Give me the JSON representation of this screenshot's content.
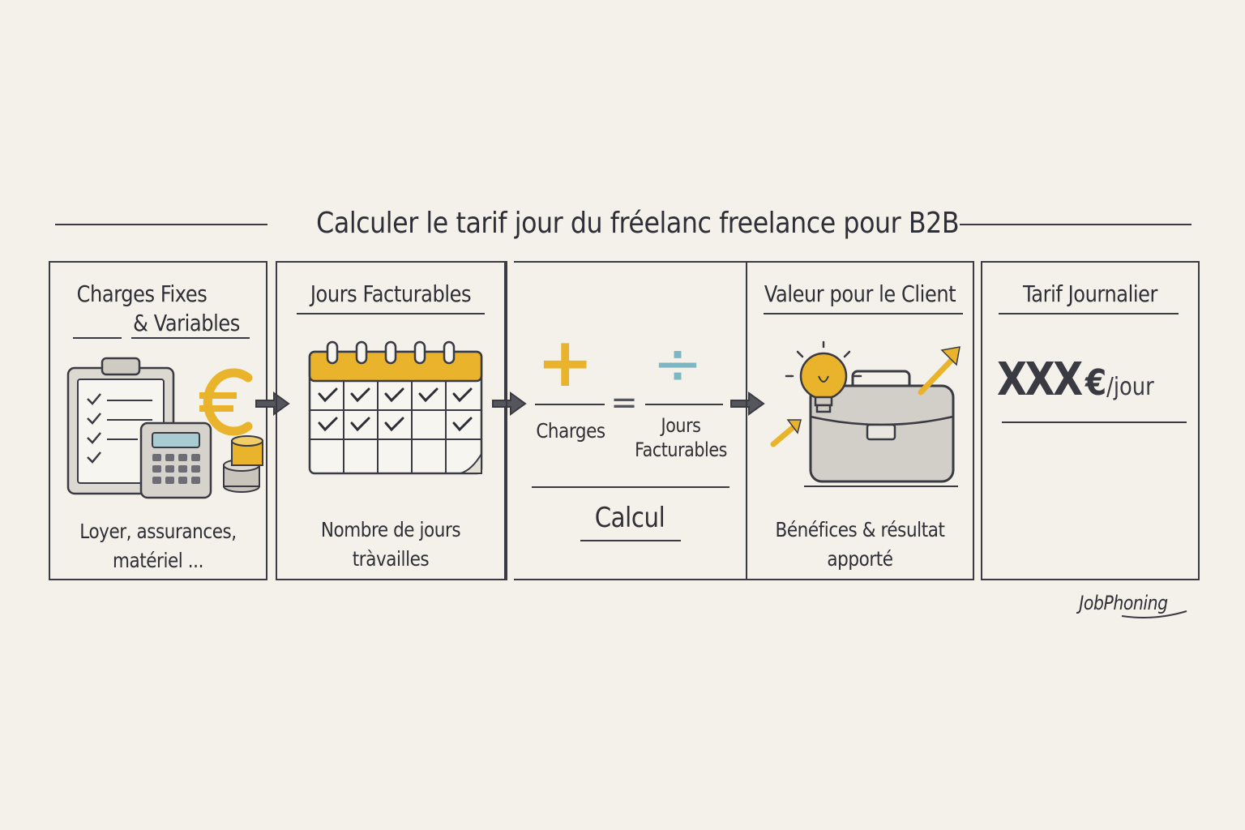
{
  "title": "Calculer le tarif jour du fréelanc freelance pour B2B",
  "colors": {
    "ink": "#2e2e36",
    "accent_yellow": "#e9b42c",
    "accent_teal": "#7db7c4",
    "paper": "#f4f1ea"
  },
  "panels": [
    {
      "id": "charges",
      "title_line1": "Charges Fixes",
      "title_line2": "& Variables",
      "caption_line1": "Loyer, assurances,",
      "caption_line2": "matériel ...",
      "icons": [
        "clipboard-checklist-icon",
        "calculator-icon",
        "euro-icon",
        "coins-icon"
      ]
    },
    {
      "id": "jours",
      "title": "Jours Facturables",
      "caption_line1": "Nombre de jours",
      "caption_line2": "tràvailles",
      "icons": [
        "calendar-icon"
      ]
    },
    {
      "id": "calcul",
      "plus_symbol": "+",
      "equals_symbol": "=",
      "divide_symbol": "÷",
      "numerator_label": "Charges",
      "denominator_label_line1": "Jours",
      "denominator_label_line2": "Facturables",
      "caption": "Calcul"
    },
    {
      "id": "valeur",
      "title": "Valeur pour le Client",
      "caption_line1": "Bénéfices & résultat",
      "caption_line2": "apporté",
      "icons": [
        "lightbulb-icon",
        "briefcase-icon",
        "growth-arrow-icon"
      ]
    },
    {
      "id": "tarif",
      "title": "Tarif Journalier",
      "amount": "XXX",
      "currency": "€",
      "unit": "/jour"
    }
  ],
  "brand": "JobPhoning"
}
